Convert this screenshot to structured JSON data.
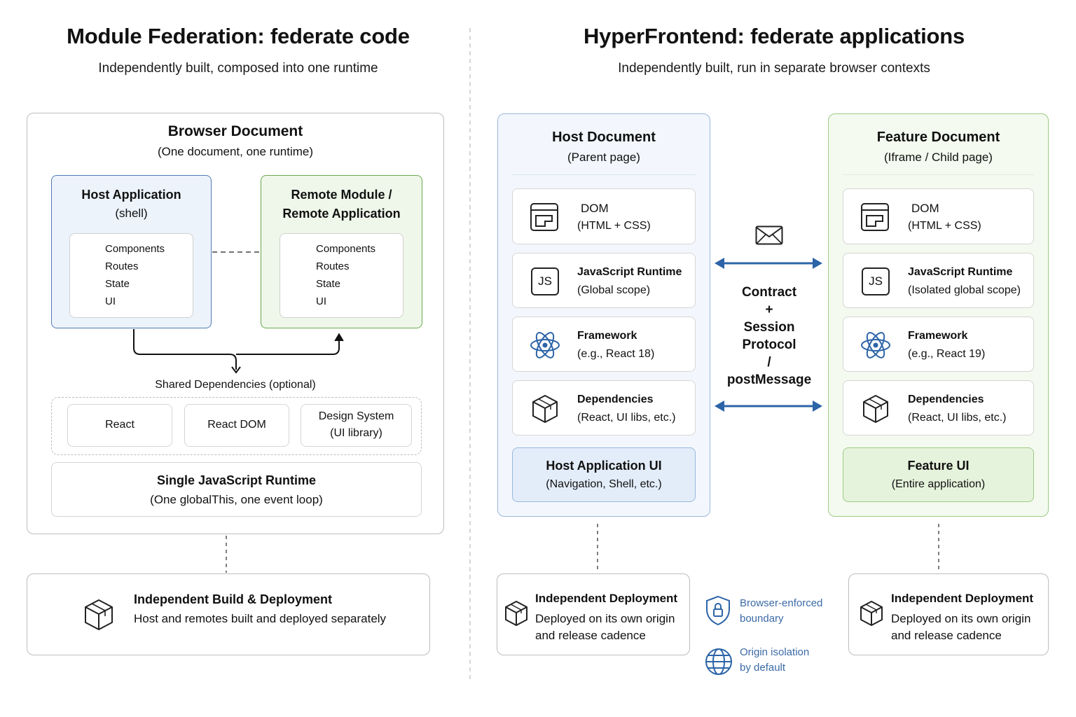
{
  "left": {
    "title": "Module Federation: federate code",
    "subtitle": "Independently built, composed into one runtime",
    "browser_document": {
      "title": "Browser Document",
      "subtitle": "(One document, one runtime)"
    },
    "host_app": {
      "title": "Host Application",
      "subtitle": "(shell)",
      "items": [
        "Components",
        "Routes",
        "State",
        "UI"
      ]
    },
    "remote_app": {
      "title_line1": "Remote Module /",
      "title_line2": "Remote Application",
      "items": [
        "Components",
        "Routes",
        "State",
        "UI"
      ]
    },
    "shared_deps": {
      "label": "Shared Dependencies (optional)",
      "react": "React",
      "react_dom": "React DOM",
      "design_system_line1": "Design System",
      "design_system_line2": "(UI library)"
    },
    "runtime": {
      "title": "Single JavaScript Runtime",
      "subtitle": "(One globalThis, one event loop)"
    },
    "deployment": {
      "title": "Independent Build & Deployment",
      "subtitle": "Host and remotes built and deployed separately"
    }
  },
  "right": {
    "title": "HyperFrontend: federate applications",
    "subtitle": "Independently built, run in separate browser contexts",
    "host_document": {
      "title": "Host Document",
      "subtitle": "(Parent page)",
      "dom_title": "DOM",
      "dom_sub": "(HTML + CSS)",
      "js_title": "JavaScript Runtime",
      "js_sub": "(Global scope)",
      "fw_title": "Framework",
      "fw_sub": "(e.g., React 18)",
      "deps_title": "Dependencies",
      "deps_sub": "(React, UI libs, etc.)",
      "ui_title": "Host Application UI",
      "ui_sub": "(Navigation, Shell, etc.)"
    },
    "feature_document": {
      "title": "Feature Document",
      "subtitle": "(Iframe / Child page)",
      "dom_title": "DOM",
      "dom_sub": "(HTML + CSS)",
      "js_title": "JavaScript Runtime",
      "js_sub": "(Isolated global scope)",
      "fw_title": "Framework",
      "fw_sub": "(e.g., React 19)",
      "deps_title": "Dependencies",
      "deps_sub": "(React, UI libs, etc.)",
      "ui_title": "Feature UI",
      "ui_sub": "(Entire application)"
    },
    "js_badge": "JS",
    "contract_lines": [
      "Contract",
      "+",
      "Session",
      "Protocol",
      "/",
      "postMessage"
    ],
    "host_deployment": {
      "title": "Independent Deployment",
      "line1": "Deployed on its own origin",
      "line2": "and release cadence"
    },
    "feature_deployment": {
      "title": "Independent Deployment",
      "line1": "Deployed on its own origin",
      "line2": "and release cadence"
    },
    "legend": {
      "boundary_line1": "Browser-enforced",
      "boundary_line2": "boundary",
      "origin_line1": "Origin isolation",
      "origin_line2": "by default"
    }
  },
  "colors": {
    "blue_accent": "#2c64a8",
    "green_accent": "#6aa84f",
    "blue_fill": "#edf3fb",
    "green_fill": "#eff7ea"
  },
  "icons": [
    "dom-window-icon",
    "js-badge-icon",
    "react-atom-icon",
    "package-cube-icon",
    "envelope-icon",
    "shield-lock-icon",
    "globe-icon"
  ]
}
